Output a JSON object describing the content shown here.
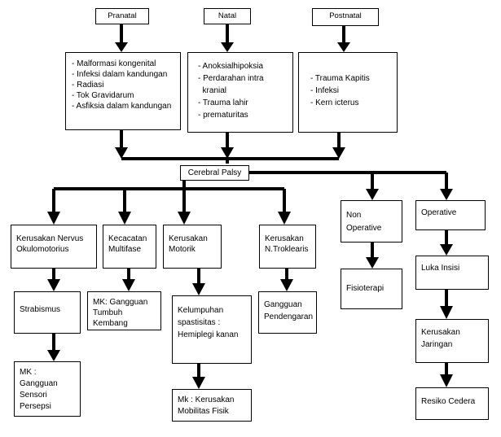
{
  "top": {
    "pranatal": "Pranatal",
    "natal": "Natal",
    "postnatal": "Postnatal"
  },
  "pranatal_items": [
    "- Malformasi kongenital",
    "- Infeksi dalam kandungan",
    "- Radiasi",
    "- Tok Gravidarum",
    "- Asfiksia dalam kandungan"
  ],
  "natal_items": [
    "- Anoksialhipoksia",
    "- Perdarahan intra",
    "  kranial",
    "- Trauma lahir",
    "- prematuritas"
  ],
  "postnatal_items": [
    "- Trauma Kapitis",
    "- Infeksi",
    "- Kern icterus"
  ],
  "center": "Cerebral Palsy",
  "branches": {
    "nervus": "Kerusakan Nervus Okulomotorius",
    "kecacatan": "Kecacatan Multifase",
    "motorik": "Kerusakan Motorik",
    "troklearis": "Kerusakan N.Troklearis",
    "non_operative": "Non Operative",
    "operative": "Operative"
  },
  "level2": {
    "strabismus": "Strabismus",
    "tumbuh": "MK: Gangguan Tumbuh Kembang",
    "kelumpuhan": "Kelumpuhan spastisitas : Hemiplegi kanan",
    "pendengaran": "Gangguan Pendengaran",
    "fisioterapi": "Fisioterapi",
    "luka": "Luka Insisi"
  },
  "level3": {
    "sensori": "MK : Gangguan Sensori Persepsi",
    "mobilitas": "Mk : Kerusakan Mobilitas Fisik",
    "jaringan": "Kerusakan Jaringan"
  },
  "level4": {
    "cedera": "Resiko Cedera"
  }
}
